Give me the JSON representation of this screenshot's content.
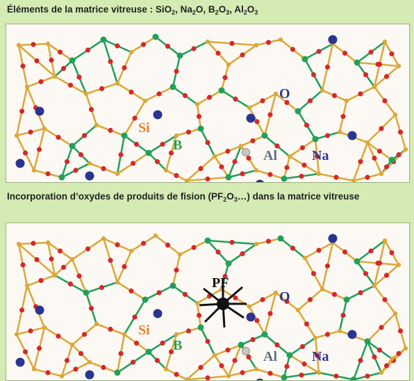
{
  "panel1": {
    "caption": {
      "text": "Éléments de la matrice vitreuse : SiO",
      "parts": [
        {
          "t": "Éléments de la matrice vitreuse : SiO"
        },
        {
          "s": "2"
        },
        {
          "t": ", Na"
        },
        {
          "s": "2"
        },
        {
          "t": "O, B"
        },
        {
          "s": "2"
        },
        {
          "t": "O"
        },
        {
          "s": "3"
        },
        {
          "t": ", Al"
        },
        {
          "s": "2"
        },
        {
          "t": "O"
        },
        {
          "s": "3"
        }
      ]
    },
    "labels": {
      "Si": "Si",
      "B": "B",
      "O": "O",
      "Al": "Al",
      "Na": "Na"
    }
  },
  "panel2": {
    "caption": {
      "parts": [
        {
          "t": "Incorporation d’oxydes de produits de fision (PF"
        },
        {
          "s": "2"
        },
        {
          "t": "O"
        },
        {
          "s": "3"
        },
        {
          "t": "…) dans la matrice vitreuse"
        }
      ]
    },
    "labels": {
      "Si": "Si",
      "B": "B",
      "O": "O",
      "Al": "Al",
      "Na": "Na",
      "PF": "PF"
    }
  },
  "colors": {
    "page_bg": "#d4ebb4",
    "panel_bg": "#fcf9f4",
    "oxygen": "#d8272b",
    "silicon": "#dba83a",
    "boron": "#22a05a",
    "sodium": "#2a3590",
    "aluminium": "#c9c9c0",
    "fission_product": "#111111",
    "label_si": "#ee7d2a",
    "label_b": "#2aa04a",
    "label_o": "#2a3590",
    "label_al": "#5c6f7f",
    "label_na": "#2a3590",
    "label_pf": "#111111"
  }
}
